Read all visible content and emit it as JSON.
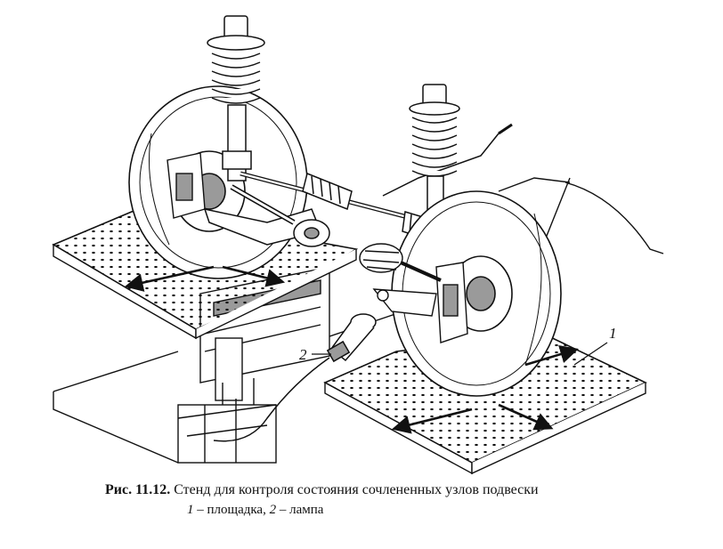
{
  "caption": {
    "label": "Рис. 11.12.",
    "title": "Стенд для контроля состояния сочлененных узлов подвески"
  },
  "legend": [
    {
      "num": "1",
      "text": "площадка"
    },
    {
      "num": "2",
      "text": "лампа"
    }
  ],
  "legend_separator": " – ",
  "legend_joiner": ", ",
  "callouts": {
    "platform": "1",
    "lamp": "2"
  },
  "colors": {
    "ink": "#111111",
    "paper": "#ffffff",
    "shade": "#9a9a9a"
  }
}
